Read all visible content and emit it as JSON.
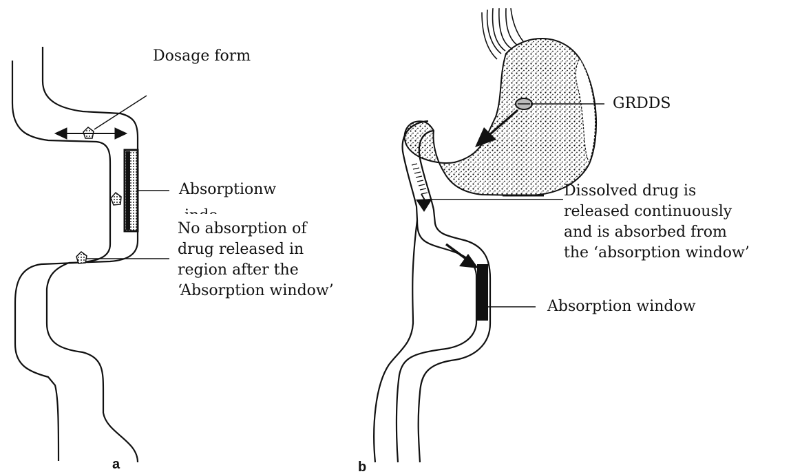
{
  "panel_a": {
    "letter": "a",
    "labels": {
      "dosage_form": "Dosage form",
      "absorption_window_part1": "Absorptionw",
      "absorption_window_part2": "indo",
      "no_absorption": "No absorption of\ndrug released in\nregion after the\n‘Absorption window’"
    }
  },
  "panel_b": {
    "letter": "b",
    "labels": {
      "grdds": "GRDDS",
      "dissolved_drug": "Dissolved drug is\nreleased continuously\nand is absorbed from\nthe ‘absorption window’",
      "absorption_window": "Absorption window"
    }
  },
  "colors": {
    "stroke": "#111111",
    "stomach_fill": "#cfcfcf",
    "background": "#ffffff"
  }
}
